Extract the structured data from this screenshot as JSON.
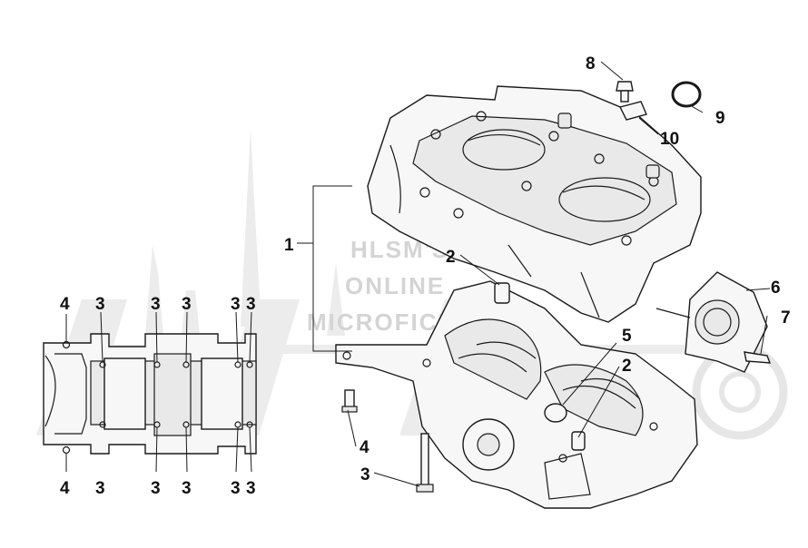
{
  "watermark": {
    "lines": [
      "HLSM'S",
      "ONLINE",
      "MICROFICHE"
    ]
  },
  "callouts": {
    "c1": "1",
    "c2a": "2",
    "c2b": "2",
    "c3_bottom": "3",
    "c4_right": "4",
    "c5": "5",
    "c6": "6",
    "c7": "7",
    "c8": "8",
    "c9": "9",
    "c10": "10",
    "left_top_4": "4",
    "left_top_3s": [
      "3",
      "3",
      "3",
      "3",
      "3"
    ],
    "left_bottom_4": "4",
    "left_bottom_3s": [
      "3",
      "3",
      "3",
      "3",
      "3"
    ]
  }
}
